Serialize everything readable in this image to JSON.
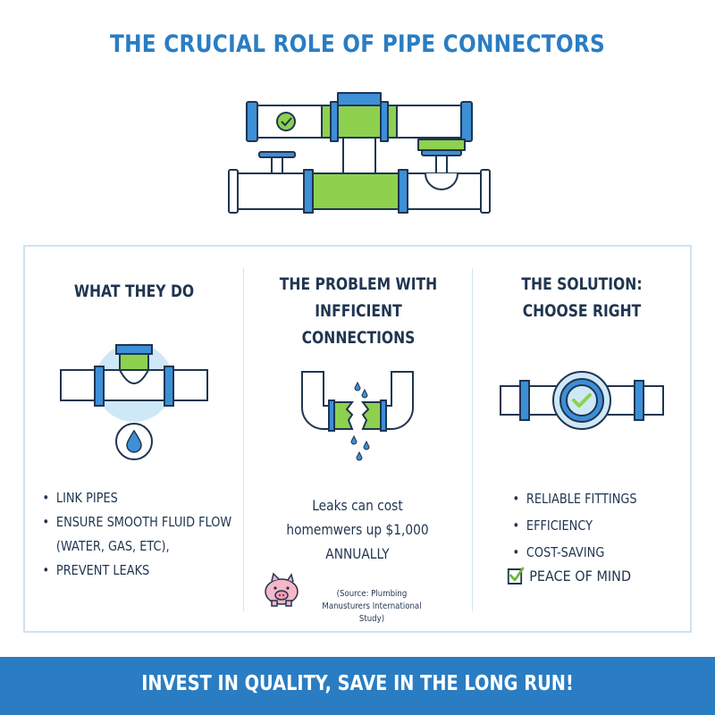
{
  "title": "THE CRUCIAL ROLE OF PIPE CONNECTORS",
  "colors": {
    "accent_blue": "#2a7dc2",
    "pipe_green": "#8dd14f",
    "fitting_blue": "#3d8fd6",
    "outline": "#1f3550",
    "light_blue": "#cfe8f7"
  },
  "hero": {
    "icon": "pipe-network-icon"
  },
  "col1": {
    "title": "WHAT THEY DO",
    "icon": "pipe-tee-water-drop-icon",
    "bullets": [
      "LINK PIPES",
      "ENSURE SMOOTH FLUID FLOW",
      "(WATER, GAS, ETC),",
      "PREVENT LEAKS"
    ]
  },
  "col2": {
    "title_line1": "THE PROBLEM WITH",
    "title_line2": "INFFICIENT CONNECTIONS",
    "icon": "broken-pipe-leak-icon",
    "stat_line1": "Leaks can cost",
    "stat_line2": "homemwers up $1,000",
    "stat_line3": "ANNUALLY",
    "piggy_icon": "piggy-bank-icon",
    "source_line1": "(Source: Plumbing",
    "source_line2": "Manusturers International Study)"
  },
  "col3": {
    "title_line1": "THE SOLUTION:",
    "title_line2": "CHOOSE RIGHT",
    "icon": "pipe-check-icon",
    "bullets": [
      "RELIABLE FITTINGS",
      "EFFICIENCY",
      "COST-SAVING"
    ],
    "check_item": "PEACE OF MIND"
  },
  "footer": {
    "text": "INVEST IN QUALITY, SAVE IN THE LONG RUN!"
  }
}
